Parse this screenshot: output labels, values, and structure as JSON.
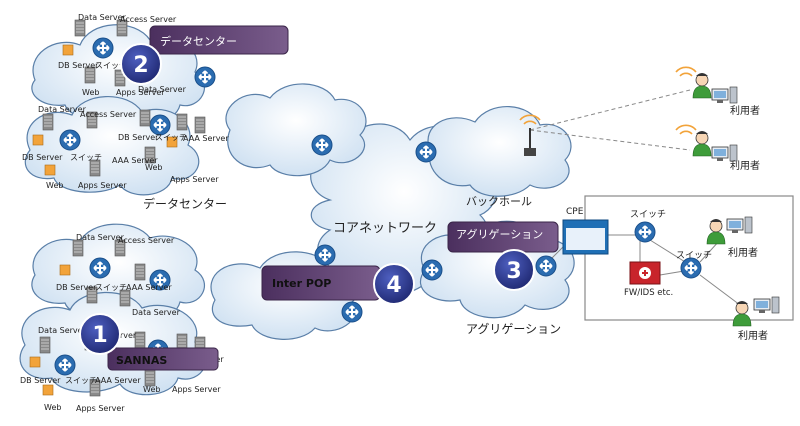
{
  "datacenter_top": {
    "callout_label": "データセンター",
    "number": "2",
    "caption": "データセンター",
    "servers_a": {
      "data": "Data Server",
      "access": "Access Server",
      "db": "DB Server",
      "switch": "スイッチ",
      "web": "Web",
      "apps": "Apps Server",
      "data2": "Data Server"
    },
    "servers_b": {
      "data": "Data Server",
      "access": "Access Server",
      "db": "DB Server",
      "switch": "スイッチ",
      "aaa": "AAA Server",
      "web": "Web",
      "apps": "Apps Server",
      "db2": "DB Server",
      "switch2": "スイッチ",
      "aaa2": "AAA Server"
    }
  },
  "datacenter_bottom": {
    "callout_label": "SANNAS",
    "number": "1",
    "servers_a": {
      "data": "Data Server",
      "access": "Access Server",
      "db": "DB Server",
      "switch": "スイッチ",
      "aaa": "AAA Server",
      "data2": "Data Server"
    },
    "servers_b": {
      "data": "Data Server",
      "access": "Access Server",
      "db": "DB Server",
      "switch": "スイッチ",
      "aaa": "AAA Server",
      "web": "Web",
      "apps": "Apps Server",
      "web2": "Web",
      "apps2": "Apps Server"
    }
  },
  "core": {
    "label": "コアネットワーク",
    "agg_callout": "アグリゲーション",
    "interpop_callout": "Inter POP",
    "number_4": "4",
    "number_3": "3"
  },
  "backhaul": {
    "label": "バックホール"
  },
  "aggregation": {
    "label": "アグリゲーション"
  },
  "customer": {
    "cpe": "CPE",
    "switch1": "スイッチ",
    "switch2": "スイッチ",
    "fw": "FW/IDS etc.",
    "user1": "利用者",
    "user2": "利用者"
  },
  "wireless_users": {
    "user1": "利用者",
    "user2": "利用者"
  },
  "colors": {
    "cloud_fill": "#dce9f5",
    "cloud_stroke": "#5a7fa8",
    "router": "#2b6cb0",
    "callout": "#5b3b6e",
    "badge": "#2d3a8c",
    "fw_red": "#c8242b"
  }
}
